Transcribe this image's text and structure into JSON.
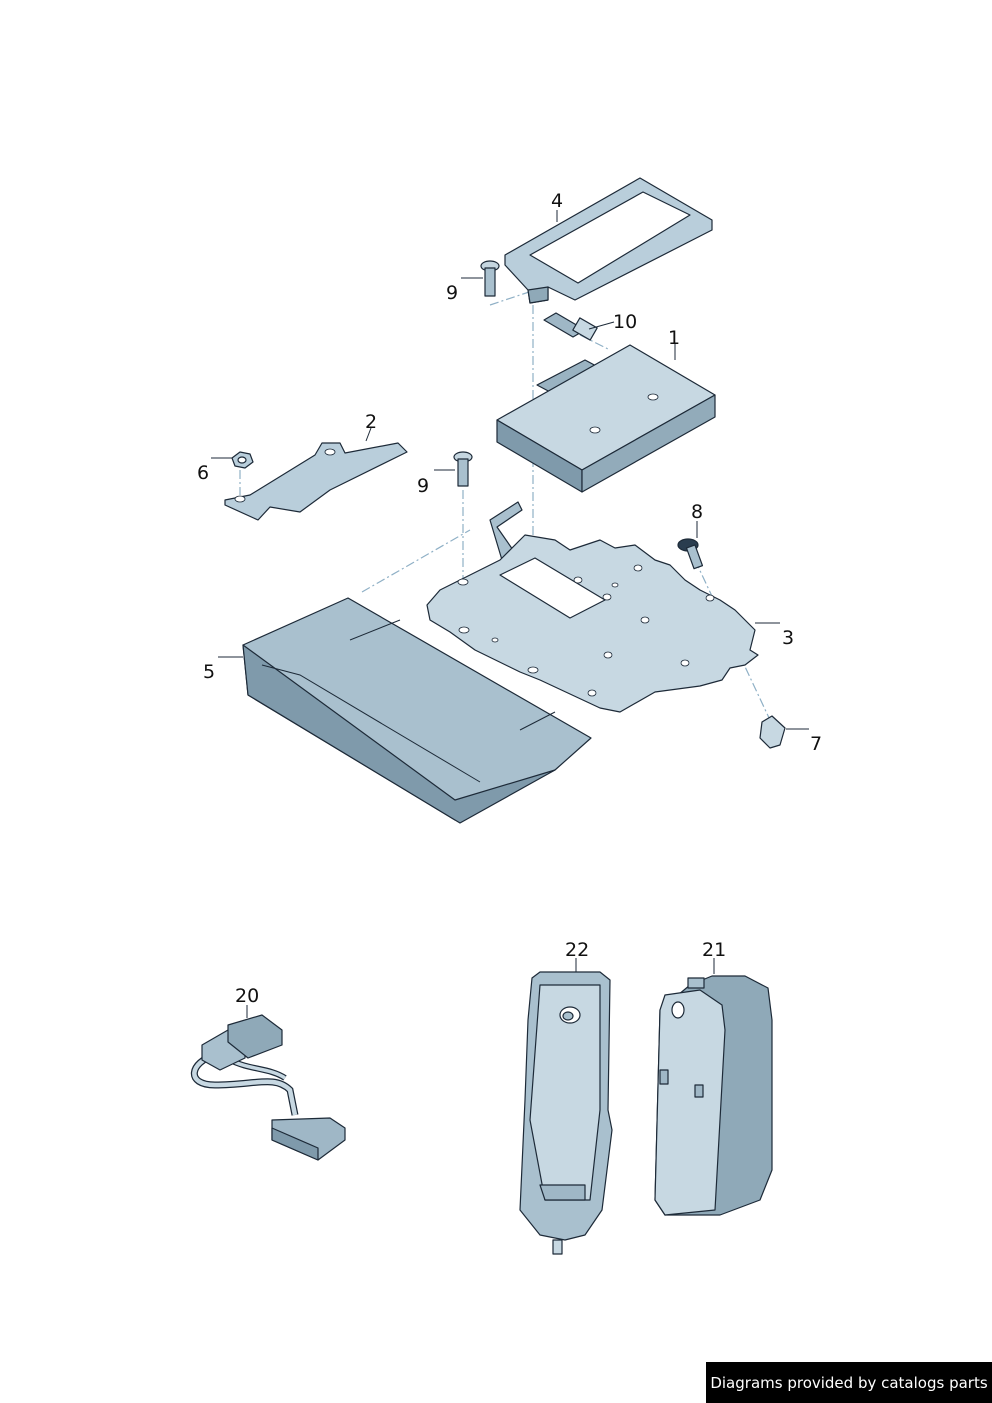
{
  "callouts": {
    "c1": "1",
    "c2": "2",
    "c3": "3",
    "c4": "4",
    "c5": "5",
    "c6": "6",
    "c7": "7",
    "c8": "8",
    "c9a": "9",
    "c9b": "9",
    "c10": "10",
    "c20": "20",
    "c21": "21",
    "c22": "22"
  },
  "footer": {
    "credit": "Diagrams provided by catalogs parts"
  },
  "colors": {
    "part_light": "#c7d8e2",
    "part_mid": "#a9c0ce",
    "part_dark": "#7f9aab",
    "outline": "#1d2a38",
    "dash_line": "#8fb0c6"
  }
}
